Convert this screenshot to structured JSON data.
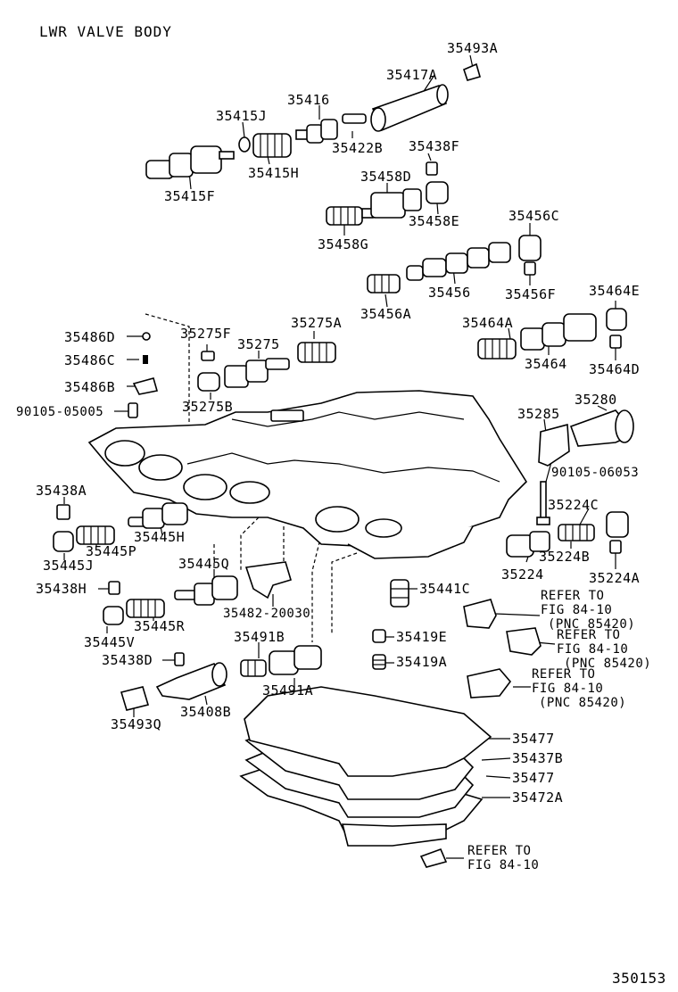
{
  "title": "LWR VALVE BODY",
  "figure_number": "350153",
  "labels": {
    "p35493A": "35493A",
    "p35417A": "35417A",
    "p35416": "35416",
    "p35415J": "35415J",
    "p35422B": "35422B",
    "p35438F": "35438F",
    "p35415H": "35415H",
    "p35415F": "35415F",
    "p35458D": "35458D",
    "p35458E": "35458E",
    "p35458G": "35458G",
    "p35456C": "35456C",
    "p35456": "35456",
    "p35456F": "35456F",
    "p35456A": "35456A",
    "p35464E": "35464E",
    "p35464A": "35464A",
    "p35464": "35464",
    "p35464D": "35464D",
    "p35486D": "35486D",
    "p35486C": "35486C",
    "p35486B": "35486B",
    "p9010505005": "90105-05005",
    "p35275F": "35275F",
    "p35275": "35275",
    "p35275A": "35275A",
    "p35275B": "35275B",
    "p35280": "35280",
    "p35285": "35285",
    "p9010506053": "90105-06053",
    "p35224C": "35224C",
    "p35224B": "35224B",
    "p35224": "35224",
    "p35224A": "35224A",
    "p35438A": "35438A",
    "p35445H": "35445H",
    "p35445P": "35445P",
    "p35445J": "35445J",
    "p35445Q": "35445Q",
    "p35438H": "35438H",
    "p3548220030": "35482-20030",
    "p35441C": "35441C",
    "p35445R": "35445R",
    "p35445V": "35445V",
    "p35491B": "35491B",
    "p35419E": "35419E",
    "p35438D": "35438D",
    "p35419A": "35419A",
    "p35491A": "35491A",
    "p35493Q": "35493Q",
    "p35408B": "35408B",
    "p35477a": "35477",
    "p35437B": "35437B",
    "p35477b": "35477",
    "p35472A": "35472A"
  },
  "refers": [
    {
      "l1": "REFER TO",
      "l2": "FIG 84-10",
      "l3": "(PNC 85420)"
    },
    {
      "l1": "REFER TO",
      "l2": "FIG 84-10",
      "l3": "(PNC 85420)"
    },
    {
      "l1": "REFER TO",
      "l2": "FIG 84-10",
      "l3": "(PNC 85420)"
    },
    {
      "l1": "REFER TO",
      "l2": "FIG 84-10"
    }
  ]
}
